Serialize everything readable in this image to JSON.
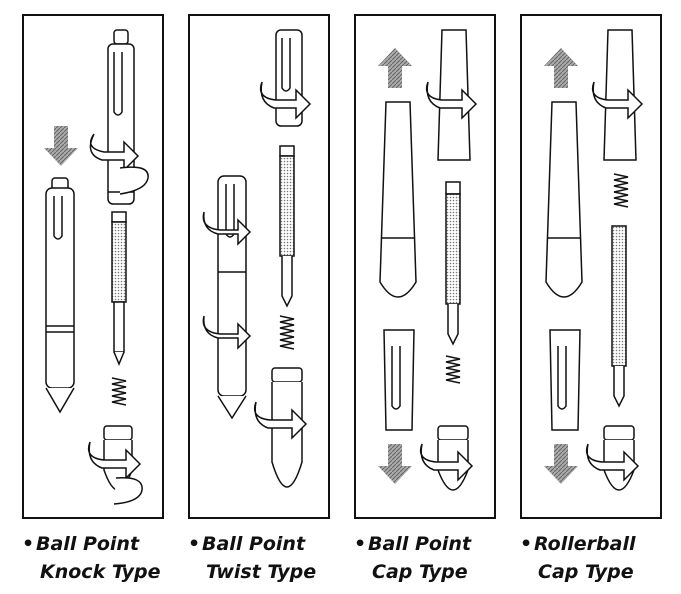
{
  "panels": [
    {
      "line1": "Ball Point",
      "line2": "Knock Type"
    },
    {
      "line1": "Ball Point",
      "line2": "Twist Type"
    },
    {
      "line1": "Ball Point",
      "line2": "Cap Type"
    },
    {
      "line1": "Rollerball",
      "line2": "Cap Type"
    }
  ],
  "bullet": "•",
  "colors": {
    "line": "#111111",
    "arrow": "#8a8a8a",
    "texture": "#cfcfcf"
  }
}
